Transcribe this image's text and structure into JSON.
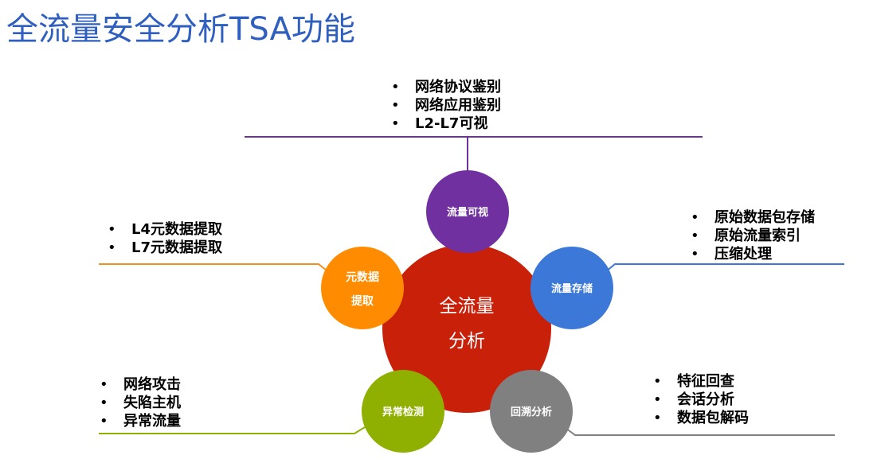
{
  "title": "全流量安全分析TSA功能",
  "center": {
    "line1": "全流量",
    "line2": "分析",
    "color": "#C9200A"
  },
  "nodes": [
    {
      "key": "visual",
      "label": "流量可视",
      "color": "#7030A0",
      "line_color": "#7030A0",
      "bullets": [
        "网络协议鉴别",
        "网络应用鉴别",
        "L2-L7可视"
      ]
    },
    {
      "key": "storage",
      "label": "流量存储",
      "color": "#3C78D8",
      "line_color": "#3C78D8",
      "bullets": [
        "原始数据包存储",
        "原始流量索引",
        "压缩处理"
      ]
    },
    {
      "key": "trace",
      "label": "回溯分析",
      "color": "#808080",
      "line_color": "#808080",
      "bullets": [
        "特征回查",
        "会话分析",
        "数据包解码"
      ]
    },
    {
      "key": "anomaly",
      "label": "异常检测",
      "color": "#8FB000",
      "line_color": "#8FB000",
      "bullets": [
        "网络攻击",
        "失陷主机",
        "异常流量"
      ]
    },
    {
      "key": "meta",
      "label_line1": "元数据",
      "label_line2": "提取",
      "color": "#FF8C00",
      "line_color": "#F09020",
      "bullets": [
        "L4元数据提取",
        "L7元数据提取"
      ]
    }
  ]
}
